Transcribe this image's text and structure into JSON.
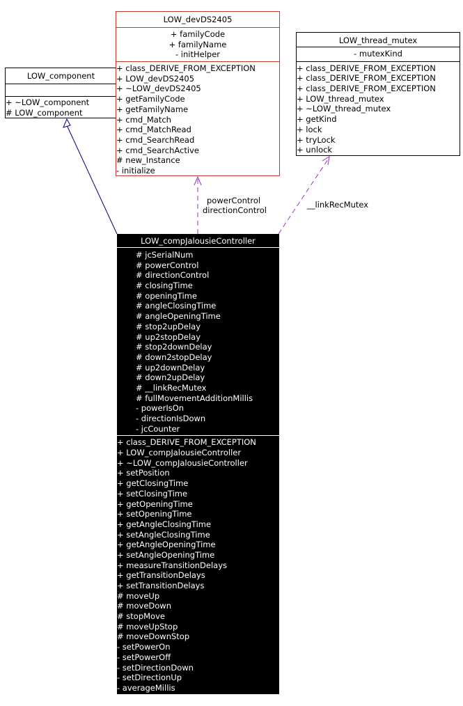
{
  "classes": {
    "component": {
      "name": "LOW_component",
      "attributes": [],
      "operations": [
        "+ ~LOW_component",
        "# LOW_component"
      ]
    },
    "devDS2405": {
      "name": "LOW_devDS2405",
      "attributes": [
        "+ familyCode",
        "+ familyName",
        "- initHelper"
      ],
      "operations": [
        "+ class_DERIVE_FROM_EXCEPTION",
        "+ LOW_devDS2405",
        "+ ~LOW_devDS2405",
        "+ getFamilyCode",
        "+ getFamilyName",
        "+ cmd_Match",
        "+ cmd_MatchRead",
        "+ cmd_SearchRead",
        "+ cmd_SearchActive",
        "# new_Instance",
        "- initialize"
      ],
      "border_color": "#c0392b"
    },
    "thread_mutex": {
      "name": "LOW_thread_mutex",
      "attributes": [
        "- mutexKind"
      ],
      "operations": [
        "+ class_DERIVE_FROM_EXCEPTION",
        "+ class_DERIVE_FROM_EXCEPTION",
        "+ class_DERIVE_FROM_EXCEPTION",
        "+ LOW_thread_mutex",
        "+ ~LOW_thread_mutex",
        "+ getKind",
        "+ lock",
        "+ tryLock",
        "+ unlock"
      ]
    },
    "compJalousieController": {
      "name": "LOW_compJalousieController",
      "attributes": [
        "# jcSerialNum",
        "# powerControl",
        "# directionControl",
        "# closingTime",
        "# openingTime",
        "# angleClosingTime",
        "# angleOpeningTime",
        "# stop2upDelay",
        "# up2stopDelay",
        "# stop2downDelay",
        "# down2stopDelay",
        "# up2downDelay",
        "# down2upDelay",
        "# __linkRecMutex",
        "# fullMovementAdditionMillis",
        "- powerIsOn",
        "- directionIsDown",
        "- jcCounter"
      ],
      "operations": [
        "+ class_DERIVE_FROM_EXCEPTION",
        "+ LOW_compJalousieController",
        "+ ~LOW_compJalousieController",
        "+ setPosition",
        "+ getClosingTime",
        "+ setClosingTime",
        "+ getOpeningTime",
        "+ setOpeningTime",
        "+ getAngleClosingTime",
        "+ setAngleClosingTime",
        "+ getAngleOpeningTime",
        "+ setAngleOpeningTime",
        "+ measureTransitionDelays",
        "+ getTransitionDelays",
        "+ setTransitionDelays",
        "# moveUp",
        "# moveDown",
        "# stopMove",
        "# moveUpStop",
        "# moveDownStop",
        "- setPowerOn",
        "- setPowerOff",
        "- setDirectionDown",
        "- setDirectionUp",
        "- averageMillis"
      ],
      "background": "#000000",
      "text_color": "#ffffff"
    }
  },
  "relations": {
    "inheritance": {
      "from": "LOW_compJalousieController",
      "to": "LOW_component",
      "color": "#00007f"
    },
    "usage_ds": {
      "labels": [
        "powerControl",
        "directionControl"
      ],
      "color": "#9a32cd"
    },
    "usage_mutex": {
      "label": "__linkRecMutex",
      "color": "#9a32cd"
    }
  }
}
